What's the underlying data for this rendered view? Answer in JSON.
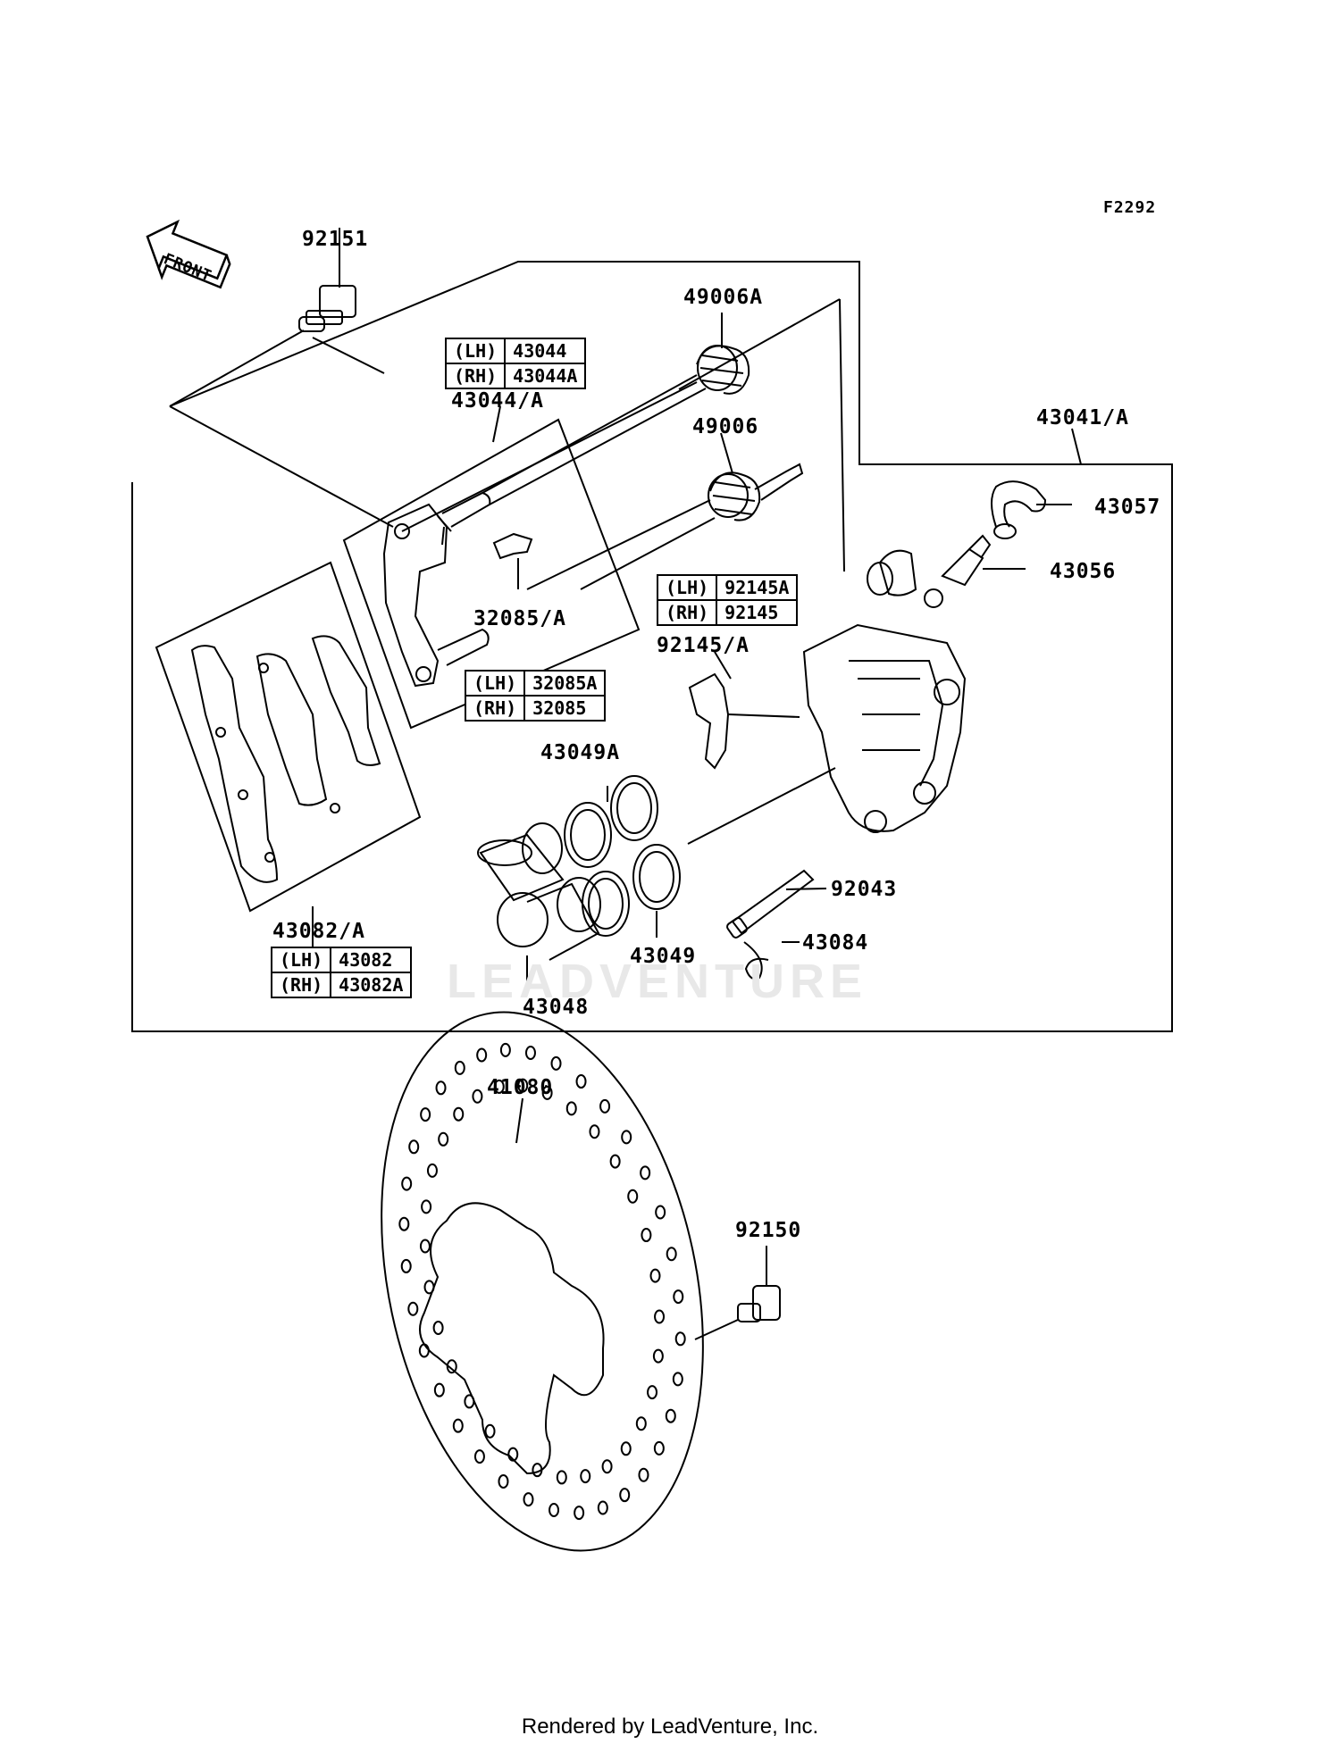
{
  "figure_code": "F2292",
  "front_arrow_label": "FRONT",
  "watermark": "LEADVENTURE",
  "footer": "Rendered by LeadVenture, Inc.",
  "callouts": {
    "p92151": "92151",
    "p49006A": "49006A",
    "p43044A": "43044/A",
    "p49006": "49006",
    "p43041A": "43041/A",
    "p43057": "43057",
    "p43056": "43056",
    "p32085A": "32085/A",
    "p92145A": "92145/A",
    "p43049A": "43049A",
    "p92043": "92043",
    "p43084": "43084",
    "p43049": "43049",
    "p43048": "43048",
    "p43082A": "43082/A",
    "p41080": "41080",
    "p92150": "92150"
  },
  "tables": {
    "t43044": [
      [
        "(LH)",
        "43044"
      ],
      [
        "(RH)",
        "43044A"
      ]
    ],
    "t92145": [
      [
        "(LH)",
        "92145A"
      ],
      [
        "(RH)",
        "92145"
      ]
    ],
    "t32085": [
      [
        "(LH)",
        "32085A"
      ],
      [
        "(RH)",
        "32085"
      ]
    ],
    "t43082": [
      [
        "(LH)",
        "43082"
      ],
      [
        "(RH)",
        "43082A"
      ]
    ]
  }
}
